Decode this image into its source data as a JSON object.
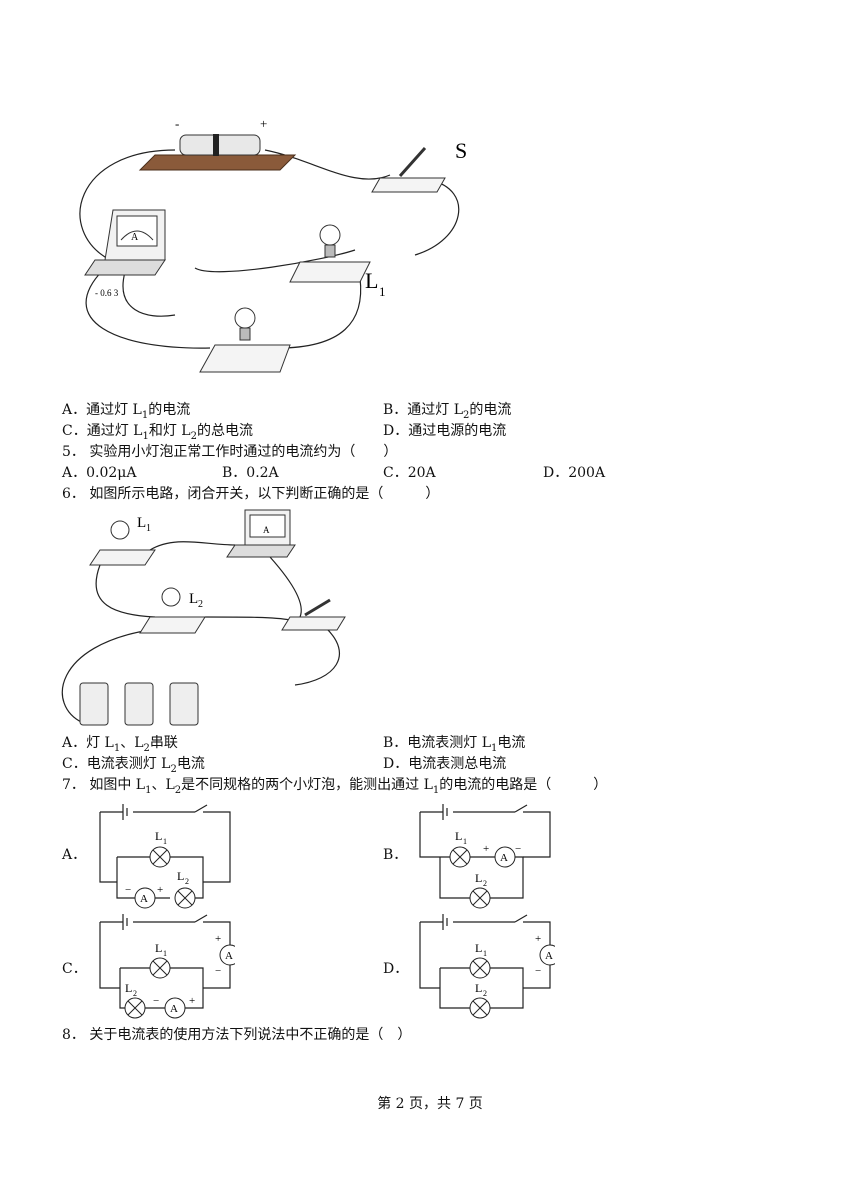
{
  "fig1": {
    "battery_minus": "-",
    "battery_plus": "+",
    "switch_label": "S",
    "meter_label": "A",
    "meter_terminals": "- 0.6 3",
    "lamp_label": "L",
    "lamp_sub": "1"
  },
  "q4": {
    "a": {
      "pre": "A．通过灯 L",
      "sub": "1",
      "post": "的电流"
    },
    "b": {
      "pre": "B．通过灯 L",
      "sub": "2",
      "post": "的电流"
    },
    "c": {
      "pre": "C．通过灯 L",
      "sub": "1",
      "mid": "和灯 L",
      "sub2": "2",
      "post": "的总电流"
    },
    "d": "D．通过电源的电流"
  },
  "q5": {
    "stem": "5．  实验用小灯泡正常工作时通过的电流约为（　　）",
    "a": "A．0.02μA",
    "b": "B．0.2A",
    "c": "C．20A",
    "d": "D．200A"
  },
  "q6": {
    "stem": "6．  如图所示电路，闭合开关，以下判断正确的是（　　　）",
    "fig": {
      "l1": "L",
      "l1_sub": "1",
      "l2": "L",
      "l2_sub": "2",
      "meter": "A"
    },
    "a": {
      "pre": "A．灯 L",
      "sub": "1",
      "mid": "、L",
      "sub2": "2",
      "post": "串联"
    },
    "b": {
      "pre": "B．电流表测灯 L",
      "sub": "1",
      "post": "电流"
    },
    "c": {
      "pre": "C．电流表测灯 L",
      "sub": "2",
      "post": "电流"
    },
    "d": "D．电流表测总电流"
  },
  "q7": {
    "stem": {
      "pre": "7．  如图中 L",
      "sub": "1",
      "mid": "、L",
      "sub2": "2",
      "post": "是不同规格的两个小灯泡，能测出通过 L",
      "sub3": "1",
      "post2": "的电流的电路是（　　　）"
    },
    "labels": {
      "a": "A．",
      "b": "B．",
      "c": "C．",
      "d": "D．"
    },
    "lamp": "L",
    "s1": "1",
    "s2": "2",
    "meter": "A",
    "plus": "+",
    "minus": "−"
  },
  "q8": {
    "stem": "8．  关于电流表的使用方法下列说法中不正确的是（　）"
  },
  "footer": "第 2 页，共 7 页"
}
